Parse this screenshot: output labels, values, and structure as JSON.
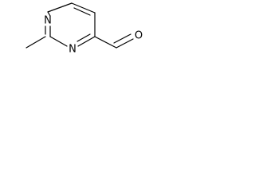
{
  "molecule": {
    "atoms": {
      "n1": "N",
      "n3": "N",
      "o": "O"
    }
  }
}
